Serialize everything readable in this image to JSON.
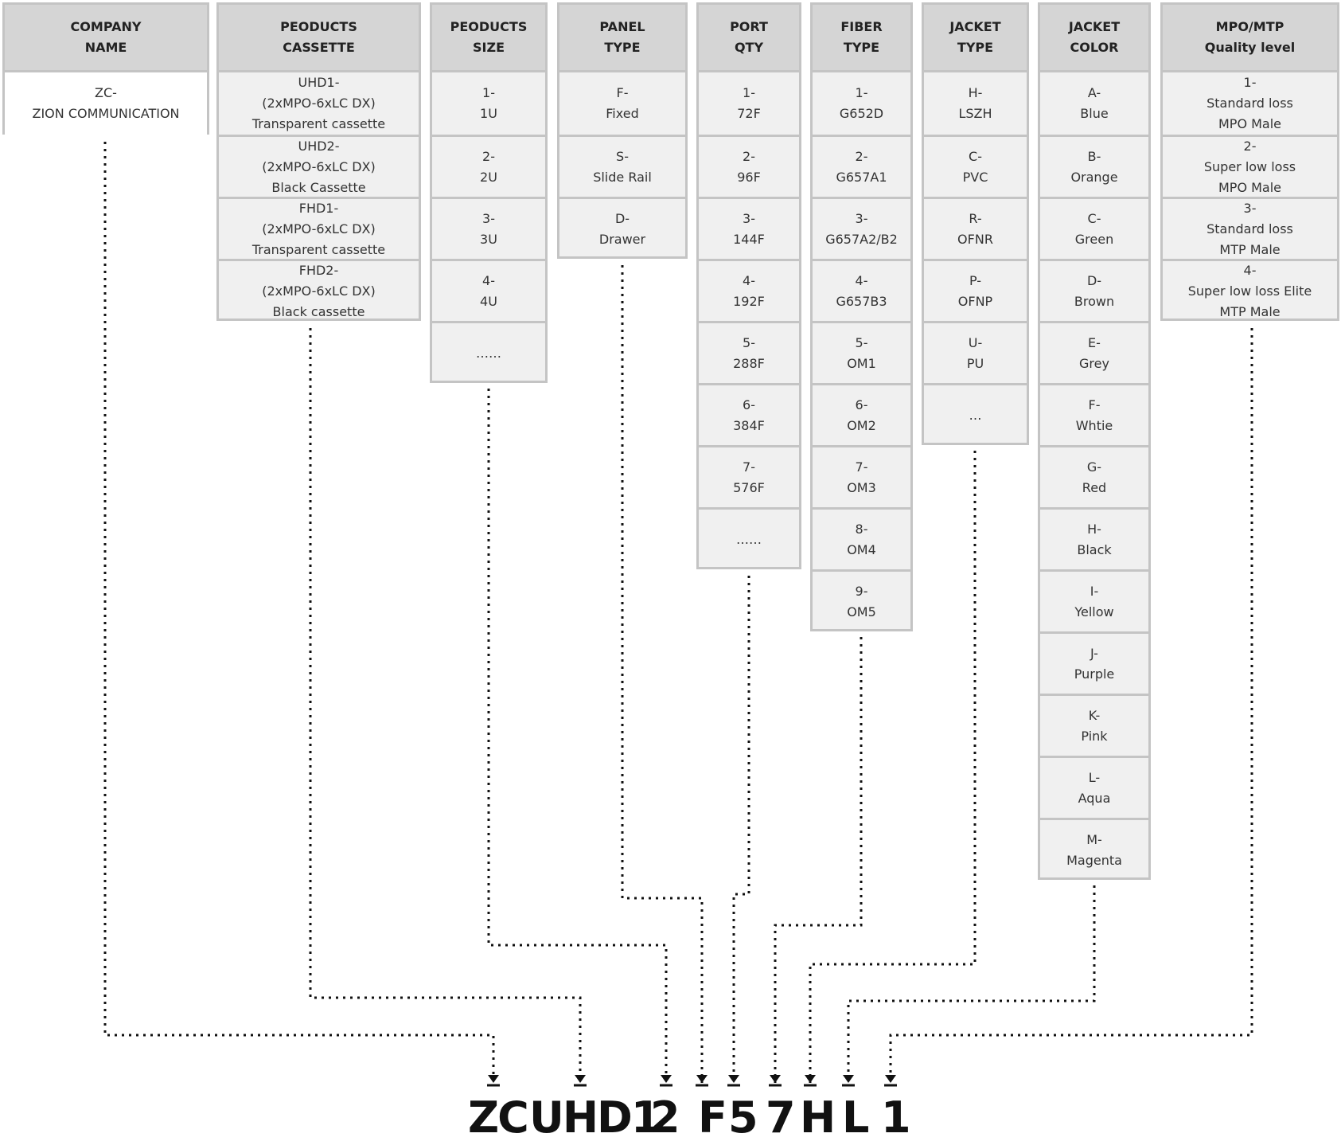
{
  "columns": [
    {
      "id": "company",
      "header": [
        "COMPANY",
        "NAME"
      ],
      "items": [
        [
          "ZC-",
          "ZION COMMUNICATION"
        ]
      ]
    },
    {
      "id": "cassette",
      "header": [
        "PEODUCTS",
        "CASSETTE"
      ],
      "items": [
        [
          "UHD1-",
          "(2xMPO-6xLC DX)",
          "Transparent cassette"
        ],
        [
          "UHD2-",
          "(2xMPO-6xLC DX)",
          "Black Cassette"
        ],
        [
          "FHD1-",
          "(2xMPO-6xLC DX)",
          "Transparent cassette"
        ],
        [
          "FHD2-",
          "(2xMPO-6xLC DX)",
          "Black cassette"
        ]
      ]
    },
    {
      "id": "size",
      "header": [
        "PEODUCTS",
        "SIZE"
      ],
      "items": [
        [
          "1-",
          "1U"
        ],
        [
          "2-",
          "2U"
        ],
        [
          "3-",
          "3U"
        ],
        [
          "4-",
          "4U"
        ],
        [
          "……"
        ]
      ]
    },
    {
      "id": "panel",
      "header": [
        "PANEL",
        "TYPE"
      ],
      "items": [
        [
          "F-",
          "Fixed"
        ],
        [
          "S-",
          "Slide Rail"
        ],
        [
          "D-",
          "Drawer"
        ]
      ]
    },
    {
      "id": "port",
      "header": [
        "PORT",
        "QTY"
      ],
      "items": [
        [
          "1-",
          "72F"
        ],
        [
          "2-",
          "96F"
        ],
        [
          "3-",
          "144F"
        ],
        [
          "4-",
          "192F"
        ],
        [
          "5-",
          "288F"
        ],
        [
          "6-",
          "384F"
        ],
        [
          "7-",
          "576F"
        ],
        [
          "……"
        ]
      ]
    },
    {
      "id": "fiber",
      "header": [
        "FIBER",
        "TYPE"
      ],
      "items": [
        [
          "1-",
          "G652D"
        ],
        [
          "2-",
          "G657A1"
        ],
        [
          "3-",
          "G657A2/B2"
        ],
        [
          "4-",
          "G657B3"
        ],
        [
          "5-",
          "OM1"
        ],
        [
          "6-",
          "OM2"
        ],
        [
          "7-",
          "OM3"
        ],
        [
          "8-",
          "OM4"
        ],
        [
          "9-",
          "OM5"
        ]
      ]
    },
    {
      "id": "jacket",
      "header": [
        "JACKET",
        "TYPE"
      ],
      "items": [
        [
          "H-",
          "LSZH"
        ],
        [
          "C-",
          "PVC"
        ],
        [
          "R-",
          "OFNR"
        ],
        [
          "P-",
          "OFNP"
        ],
        [
          "U-",
          "PU"
        ],
        [
          "…"
        ]
      ]
    },
    {
      "id": "color",
      "header": [
        "JACKET",
        "COLOR"
      ],
      "items": [
        [
          "A-",
          "Blue"
        ],
        [
          "B-",
          "Orange"
        ],
        [
          "C-",
          "Green"
        ],
        [
          "D-",
          "Brown"
        ],
        [
          "E-",
          "Grey"
        ],
        [
          "F-",
          "Whtie"
        ],
        [
          "G-",
          "Red"
        ],
        [
          "H-",
          "Black"
        ],
        [
          "I-",
          "Yellow"
        ],
        [
          "J-",
          "Purple"
        ],
        [
          "K-",
          "Pink"
        ],
        [
          "L-",
          "Aqua"
        ],
        [
          "M-",
          "Magenta"
        ]
      ]
    },
    {
      "id": "mpo",
      "header": [
        "MPO/MTP",
        "Quality level"
      ],
      "items": [
        [
          "1-",
          "Standard loss",
          "MPO Male"
        ],
        [
          "2-",
          "Super low loss",
          "MPO Male"
        ],
        [
          "3-",
          "Standard loss",
          "MTP Male"
        ],
        [
          "4-",
          "Super low loss Elite",
          "MTP Male"
        ]
      ]
    }
  ],
  "code": [
    "ZC",
    "UHD1",
    "2",
    "F",
    "5",
    "7",
    "H",
    "L",
    "1"
  ],
  "colors": {
    "header_bg": "#d5d5d5",
    "cell_bg": "#f0f0f0",
    "border": "#c4c4c4",
    "line": "#111111"
  }
}
